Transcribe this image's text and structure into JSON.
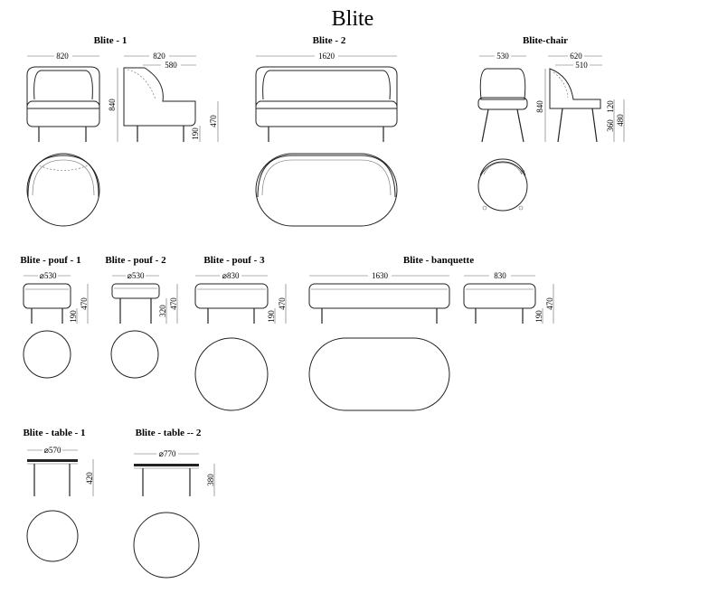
{
  "title": "Blite",
  "items": {
    "blite_1": {
      "label": "Blite - 1",
      "width": "820",
      "depth": "820",
      "seat_depth": "580",
      "height": "840",
      "seat_height": "470",
      "leg_height": "190"
    },
    "blite_2": {
      "label": "Blite - 2",
      "width": "1620"
    },
    "blite_chair": {
      "label": "Blite-chair",
      "width": "530",
      "depth": "620",
      "seat_depth": "510",
      "height": "840",
      "armrest_height": "120",
      "seat_height_low": "360",
      "seat_height": "480"
    },
    "pouf_1": {
      "label": "Blite - pouf - 1",
      "diameter": "⌀530",
      "height": "470",
      "leg_height": "190"
    },
    "pouf_2": {
      "label": "Blite - pouf - 2",
      "diameter": "⌀530",
      "height": "470",
      "leg_height": "320"
    },
    "pouf_3": {
      "label": "Blite - pouf - 3",
      "diameter": "⌀830",
      "height": "470",
      "leg_height": "190"
    },
    "banquette": {
      "label": "Blite - banquette",
      "length": "1630",
      "depth": "830",
      "height": "470",
      "leg_height": "190"
    },
    "table_1": {
      "label": "Blite - table - 1",
      "diameter": "⌀570",
      "height": "420"
    },
    "table_2": {
      "label": "Blite - table -- 2",
      "diameter": "⌀770",
      "height": "380"
    }
  }
}
